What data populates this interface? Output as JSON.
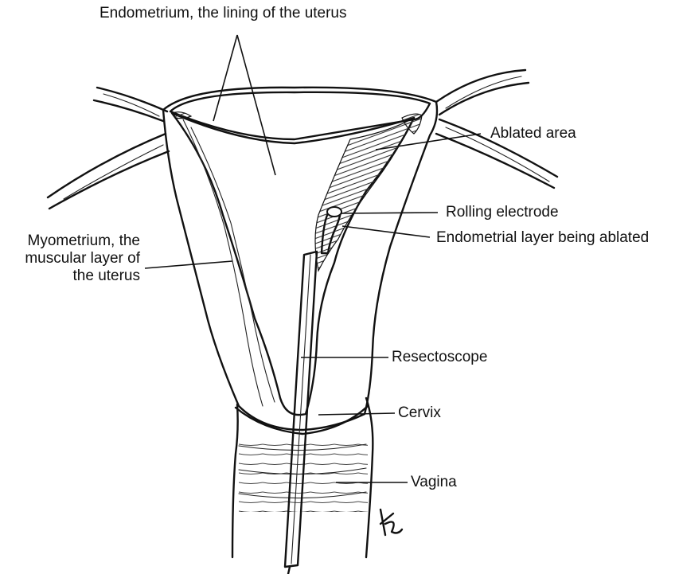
{
  "labels": {
    "endometrium": "Endometrium, the lining of the uterus",
    "ablated_area": "Ablated area",
    "rolling_electrode": "Rolling electrode",
    "endometrial_layer": "Endometrial layer being ablated",
    "myometrium_line1": "Myometrium, the",
    "myometrium_line2": "muscular layer of",
    "myometrium_line3": "the uterus",
    "resectoscope": "Resectoscope",
    "cervix": "Cervix",
    "vagina": "Vagina"
  },
  "artist_signature": "KB"
}
